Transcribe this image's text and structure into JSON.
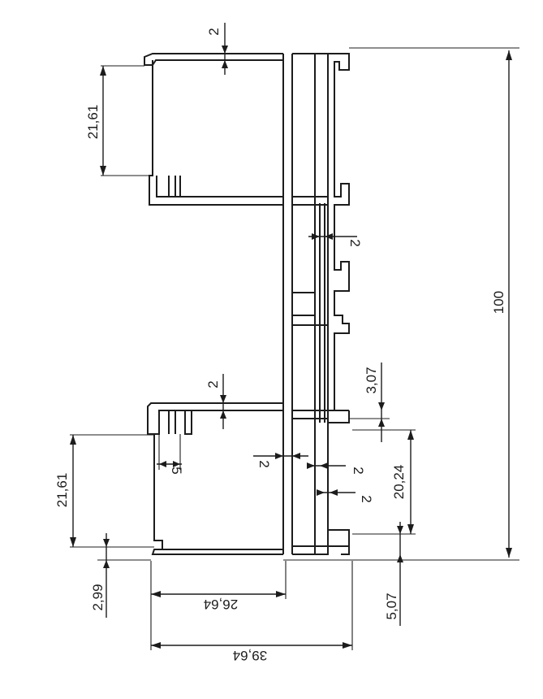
{
  "diagram": {
    "dimensions": {
      "top_wall_thickness": "2",
      "top_channel_width": "21,61",
      "center_wall_a": "2",
      "total_length": "100",
      "lower_wall_thickness": "2",
      "lip_offset": "3,07",
      "slot_width": "5",
      "center_wall_b": "2",
      "center_wall_c": "2",
      "center_wall_d": "2",
      "lower_channel_width": "21,61",
      "inner_span": "20,24",
      "bottom_lip": "2,99",
      "web_depth": "26,64",
      "edge_offset": "5,07",
      "overall_depth": "39,64"
    }
  }
}
